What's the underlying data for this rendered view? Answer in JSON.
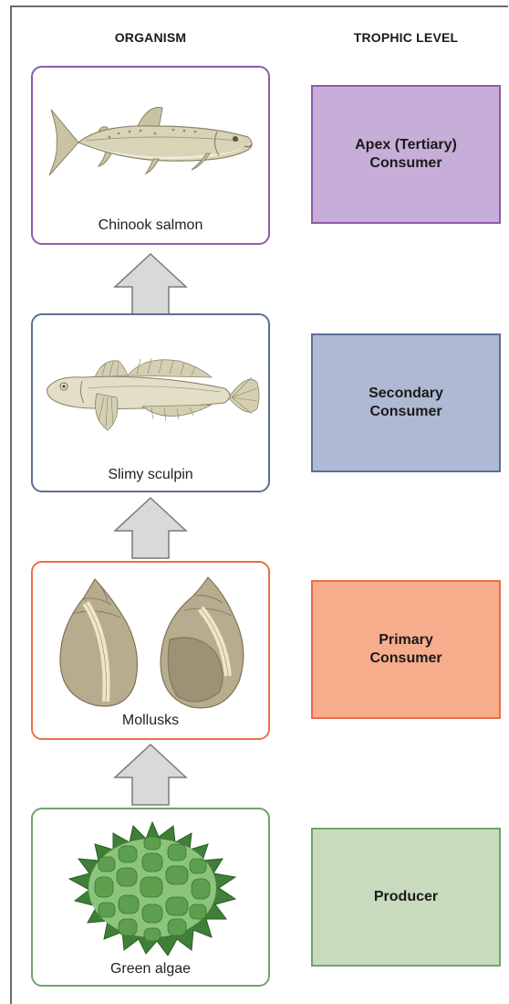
{
  "headers": {
    "organism": "ORGANISM",
    "trophic_level": "TROPHIC LEVEL"
  },
  "levels": [
    {
      "organism": "Chinook salmon",
      "trophic_line1": "Apex (Tertiary)",
      "trophic_line2": "Consumer",
      "border_color": "#8e5aa8",
      "fill_color": "#c6aed8",
      "icon": "salmon-icon"
    },
    {
      "organism": "Slimy sculpin",
      "trophic_line1": "Secondary",
      "trophic_line2": "Consumer",
      "border_color": "#5d6e96",
      "fill_color": "#aeb9d3",
      "icon": "sculpin-icon"
    },
    {
      "organism": "Mollusks",
      "trophic_line1": "Primary",
      "trophic_line2": "Consumer",
      "border_color": "#ea6e48",
      "fill_color": "#f7ad8c",
      "icon": "mollusk-icon"
    },
    {
      "organism": "Green algae",
      "trophic_line1": "Producer",
      "trophic_line2": "",
      "border_color": "#6fa46b",
      "fill_color": "#c9dbbd",
      "icon": "algae-icon"
    }
  ]
}
